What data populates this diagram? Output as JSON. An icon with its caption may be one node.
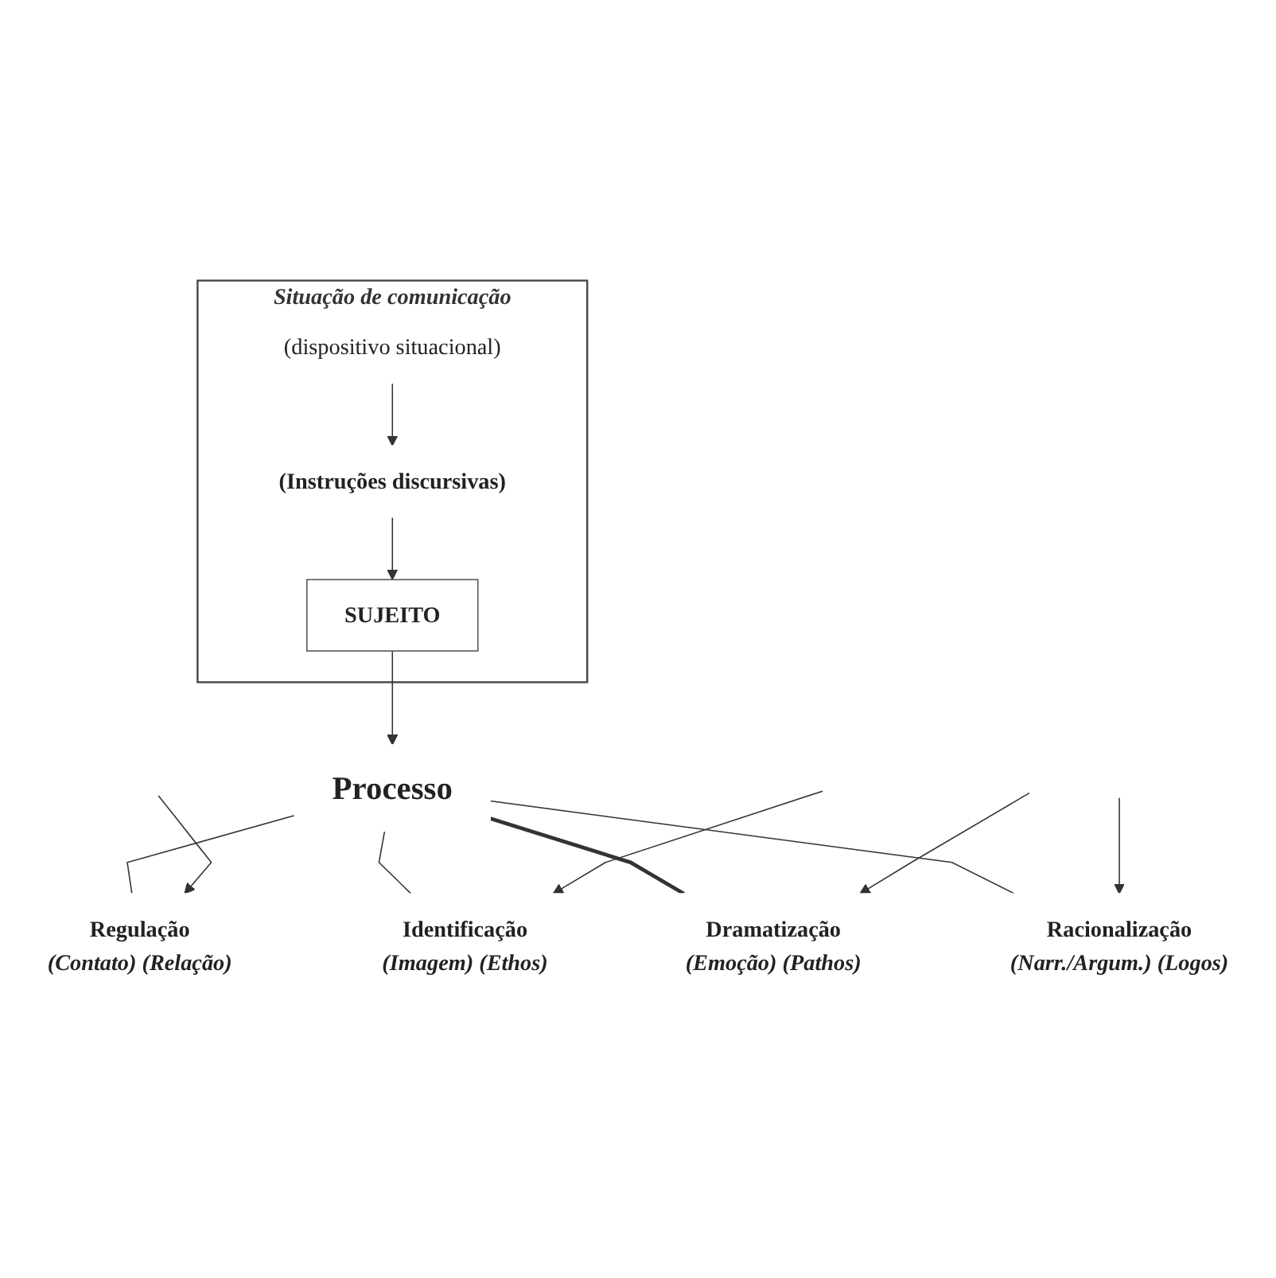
{
  "diagram": {
    "nodes": [
      {
        "text": [
          "Situação de comunicação"
        ]
      },
      {
        "text": [
          "(dispositivo situacional)"
        ],
        "in": 0
      },
      {
        "text": [
          "(Instruções discursivas)"
        ],
        "in": 0
      },
      {
        "text": [
          "SUJEITO"
        ],
        "in": 0
      },
      {
        "text": [
          "Processo"
        ]
      },
      {
        "text": [
          "Regulação",
          "(Contato) (Relação)"
        ]
      },
      {
        "text": [
          "Identificação",
          "(Imagem) (Ethos)"
        ]
      },
      {
        "text": [
          "Dramatização",
          "(Emoção) (Pathos)"
        ]
      },
      {
        "text": [
          "Racionalização",
          "(Narr./Argum.) (Logos)"
        ]
      }
    ],
    "edges": [
      {
        "from": 1,
        "to": 2,
        "arrow": "to"
      },
      {
        "from": 2,
        "to": 3,
        "arrow": "to"
      },
      {
        "from": 3,
        "to": 4,
        "arrow": "to"
      },
      {
        "from": 4,
        "to": 5,
        "arrow": "none"
      },
      {
        "from": 4,
        "to": 6,
        "arrow": "none"
      },
      {
        "from": 4,
        "to": 7,
        "arrow": "none",
        "style": "thick"
      },
      {
        "from": 4,
        "to": 8,
        "arrow": "none"
      },
      {
        "from": null,
        "to": 5,
        "arrow": "to"
      },
      {
        "from": null,
        "to": 6,
        "arrow": "to"
      },
      {
        "from": null,
        "to": 7,
        "arrow": "to"
      },
      {
        "from": null,
        "to": 8,
        "arrow": "to"
      }
    ]
  }
}
